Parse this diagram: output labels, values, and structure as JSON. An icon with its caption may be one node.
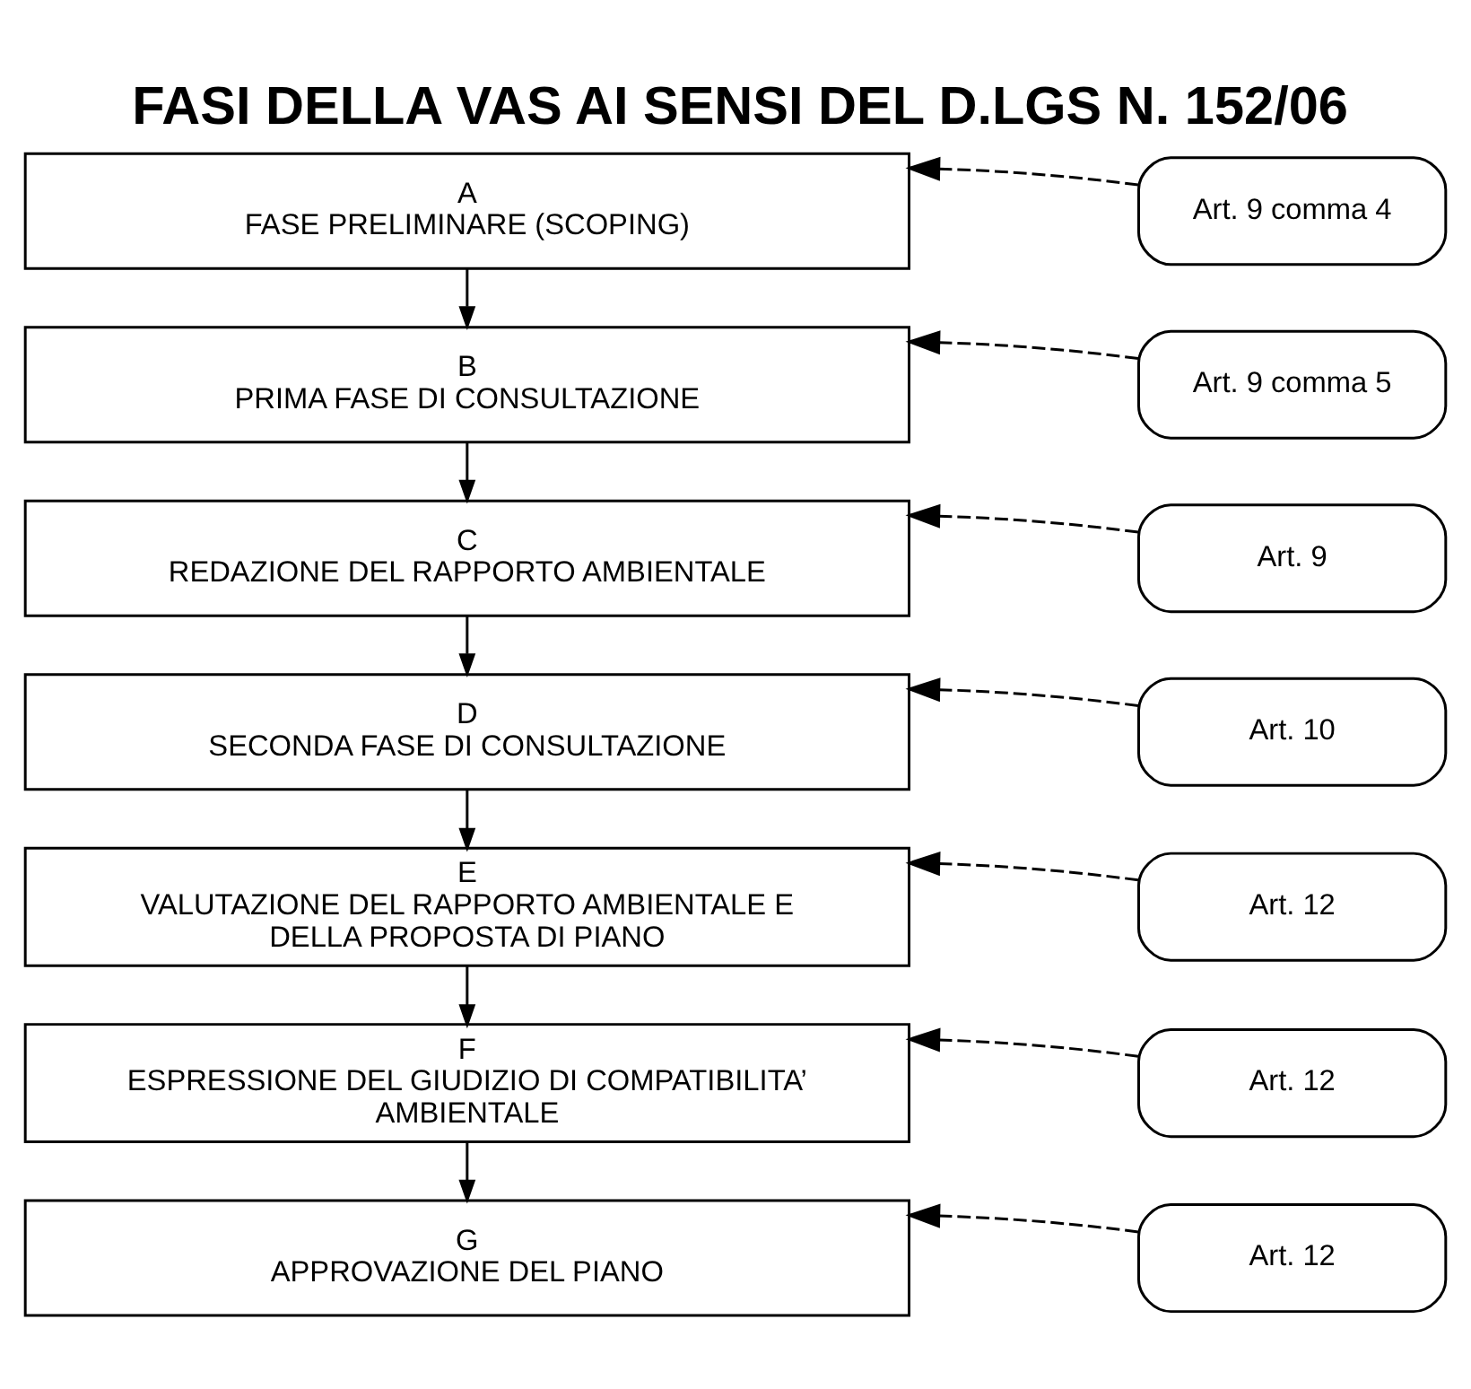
{
  "diagram": {
    "title": "FASI DELLA VAS AI SENSI DEL D.LGS N. 152/06",
    "nodes": [
      {
        "text": [
          "A",
          "FASE PRELIMINARE (SCOPING)"
        ]
      },
      {
        "text": [
          "Art. 9 comma 4"
        ]
      },
      {
        "text": [
          "B",
          "PRIMA FASE DI CONSULTAZIONE"
        ]
      },
      {
        "text": [
          "Art. 9 comma 5"
        ]
      },
      {
        "text": [
          "C",
          "REDAZIONE DEL RAPPORTO AMBIENTALE"
        ]
      },
      {
        "text": [
          "Art. 9"
        ]
      },
      {
        "text": [
          "D",
          "SECONDA FASE DI CONSULTAZIONE"
        ]
      },
      {
        "text": [
          "Art. 10"
        ]
      },
      {
        "text": [
          "E",
          "VALUTAZIONE DEL RAPPORTO AMBIENTALE E DELLA PROPOSTA DI PIANO"
        ]
      },
      {
        "text": [
          "Art. 12"
        ]
      },
      {
        "text": [
          "F",
          "ESPRESSIONE DEL GIUDIZIO DI COMPATIBILITA’ AMBIENTALE"
        ]
      },
      {
        "text": [
          "Art. 12"
        ]
      },
      {
        "text": [
          "G",
          "APPROVAZIONE DEL PIANO"
        ]
      },
      {
        "text": [
          "Art. 12"
        ]
      }
    ],
    "edges": [
      {
        "from": 1,
        "to": 0,
        "arrow": "to",
        "style": "dashed"
      },
      {
        "from": 0,
        "to": 2,
        "arrow": "to"
      },
      {
        "from": 3,
        "to": 2,
        "arrow": "to",
        "style": "dashed"
      },
      {
        "from": 2,
        "to": 4,
        "arrow": "to"
      },
      {
        "from": 5,
        "to": 4,
        "arrow": "to",
        "style": "dashed"
      },
      {
        "from": 4,
        "to": 6,
        "arrow": "to"
      },
      {
        "from": 7,
        "to": 6,
        "arrow": "to",
        "style": "dashed"
      },
      {
        "from": 6,
        "to": 8,
        "arrow": "to"
      },
      {
        "from": 9,
        "to": 8,
        "arrow": "to",
        "style": "dashed"
      },
      {
        "from": 8,
        "to": 10,
        "arrow": "to"
      },
      {
        "from": 11,
        "to": 10,
        "arrow": "to",
        "style": "dashed"
      },
      {
        "from": 10,
        "to": 12,
        "arrow": "to"
      },
      {
        "from": 13,
        "to": 12,
        "arrow": "to",
        "style": "dashed"
      }
    ]
  }
}
